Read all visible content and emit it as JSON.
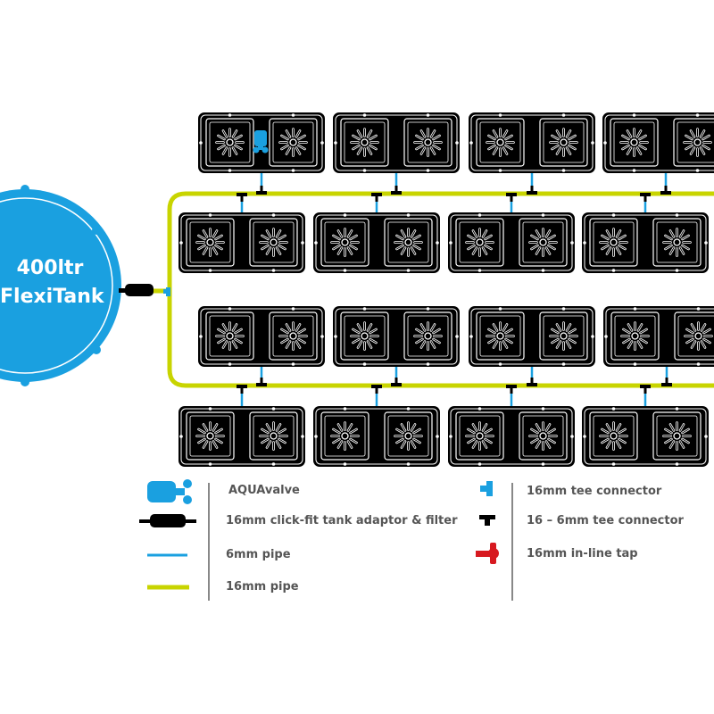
{
  "tank": {
    "line1": "400ltr",
    "line2": "FlexiTank",
    "color": "#1aa0e0"
  },
  "colors": {
    "pipe16": "#c8d400",
    "pipe6": "#1aa0e0",
    "tray": "#000000",
    "tap": "#d71920",
    "legendDivider": "#888888"
  },
  "layout": {
    "rows": 4,
    "trays_per_row": 4,
    "pots_per_tray": 2,
    "aquavalves": 1
  },
  "legend": {
    "left": [
      {
        "icon": "aquavalve-icon",
        "label": "AQUAvalve"
      },
      {
        "icon": "tank-adaptor-filter-icon",
        "label": "16mm click-fit tank adaptor & filter"
      },
      {
        "icon": "pipe-6mm-icon",
        "label": "6mm pipe"
      },
      {
        "icon": "pipe-16mm-icon",
        "label": "16mm pipe"
      }
    ],
    "right": [
      {
        "icon": "tee-16mm-icon",
        "label": "16mm tee connector"
      },
      {
        "icon": "tee-16-6mm-icon",
        "label": "16 – 6mm tee connector"
      },
      {
        "icon": "inline-tap-icon",
        "label": "16mm in-line tap"
      }
    ]
  }
}
